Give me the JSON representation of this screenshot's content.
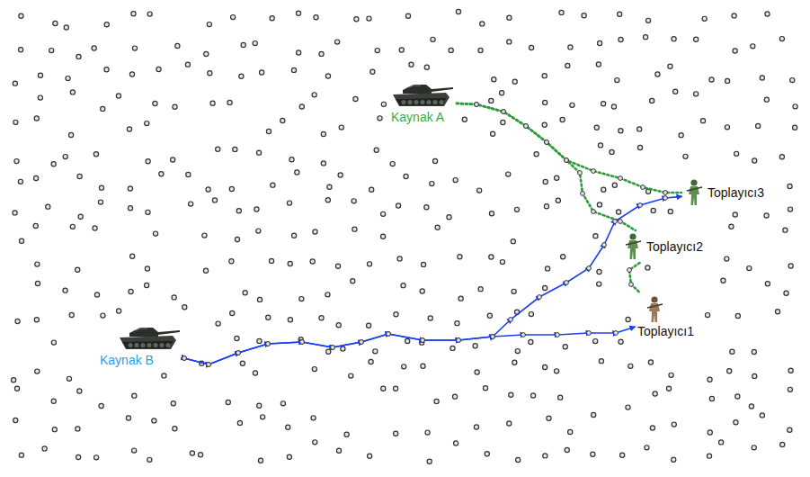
{
  "diagram": {
    "nodes": [
      {
        "text": [
          "Kaynak A"
        ]
      },
      {
        "text": [
          "Toplayıcı3"
        ]
      },
      {
        "text": [
          "Toplayıcı2"
        ]
      },
      {
        "text": [
          "Kaynak B"
        ]
      },
      {
        "text": [
          "Toplayıcı1"
        ]
      }
    ],
    "edges": [
      {
        "from": 0,
        "to": 1,
        "arrow": "none"
      },
      {
        "from": 0,
        "to": 2,
        "arrow": "none"
      },
      {
        "from": 2,
        "to": 4,
        "arrow": "none"
      },
      {
        "from": 3,
        "to": 4,
        "arrow": "to"
      },
      {
        "from": 3,
        "to": 1,
        "arrow": "to"
      }
    ]
  }
}
